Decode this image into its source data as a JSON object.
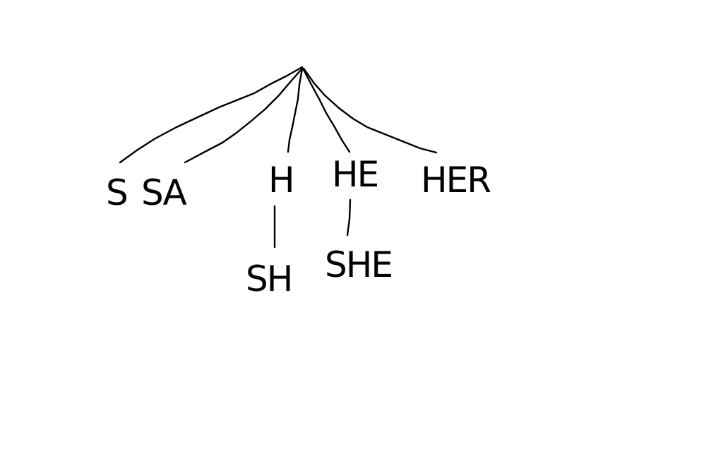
{
  "diagram": {
    "type": "tree",
    "stroke_color": "#000000",
    "background": "#ffffff",
    "nodes": [
      {
        "id": "root",
        "label": ""
      },
      {
        "id": "s",
        "label": "S"
      },
      {
        "id": "sa",
        "label": "SA"
      },
      {
        "id": "h",
        "label": "H"
      },
      {
        "id": "he",
        "label": "HE"
      },
      {
        "id": "her",
        "label": "HER"
      },
      {
        "id": "sh",
        "label": "SH"
      },
      {
        "id": "she",
        "label": "SHE"
      }
    ],
    "edges": [
      {
        "from": "root",
        "to": "s"
      },
      {
        "from": "root",
        "to": "sa"
      },
      {
        "from": "root",
        "to": "h"
      },
      {
        "from": "root",
        "to": "he"
      },
      {
        "from": "root",
        "to": "her"
      },
      {
        "from": "h",
        "to": "sh"
      },
      {
        "from": "he",
        "to": "she"
      }
    ]
  }
}
